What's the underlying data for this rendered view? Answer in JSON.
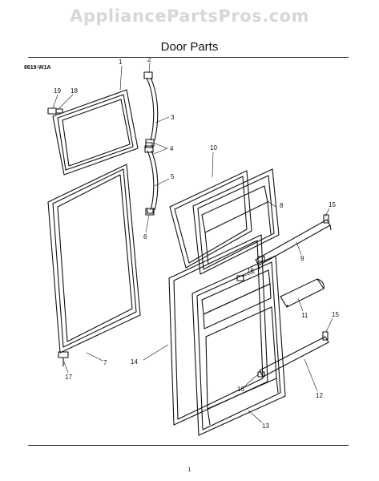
{
  "header": {
    "watermark": "AppliancePartsPros.com",
    "title": "Door Parts"
  },
  "diagram": {
    "code": "8619-W1A",
    "page_number": "1",
    "callouts": [
      "1",
      "2",
      "3",
      "4",
      "5",
      "6",
      "7",
      "8",
      "9",
      "10",
      "11",
      "12",
      "13",
      "14",
      "15",
      "15",
      "16",
      "16",
      "17",
      "18",
      "19"
    ]
  }
}
